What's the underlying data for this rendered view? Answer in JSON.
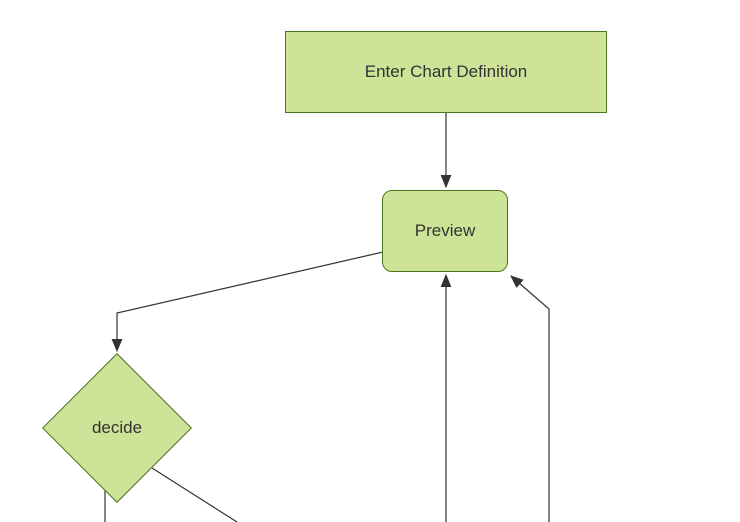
{
  "diagram": {
    "type": "flowchart",
    "direction": "top-down",
    "nodes": {
      "enter_chart_definition": {
        "label": "Enter Chart Definition",
        "shape": "rectangle"
      },
      "preview": {
        "label": "Preview",
        "shape": "rounded-rectangle"
      },
      "decide": {
        "label": "decide",
        "shape": "diamond"
      }
    },
    "edges": [
      {
        "from": "enter_chart_definition",
        "to": "preview",
        "arrow": true
      },
      {
        "from": "preview",
        "to": "decide",
        "arrow": true
      },
      {
        "from": "offscreen-bottom-center",
        "to": "preview",
        "arrow": true
      },
      {
        "from": "offscreen-bottom-right",
        "to": "preview",
        "arrow": true
      },
      {
        "from": "decide",
        "to": "offscreen-bottom-left",
        "arrow": false
      },
      {
        "from": "decide",
        "to": "offscreen-bottom-right",
        "arrow": false
      }
    ],
    "colors": {
      "node_fill": "#cde498",
      "node_border": "#4e7520",
      "edge": "#333333",
      "text": "#333333",
      "background": "#ffffff"
    }
  }
}
